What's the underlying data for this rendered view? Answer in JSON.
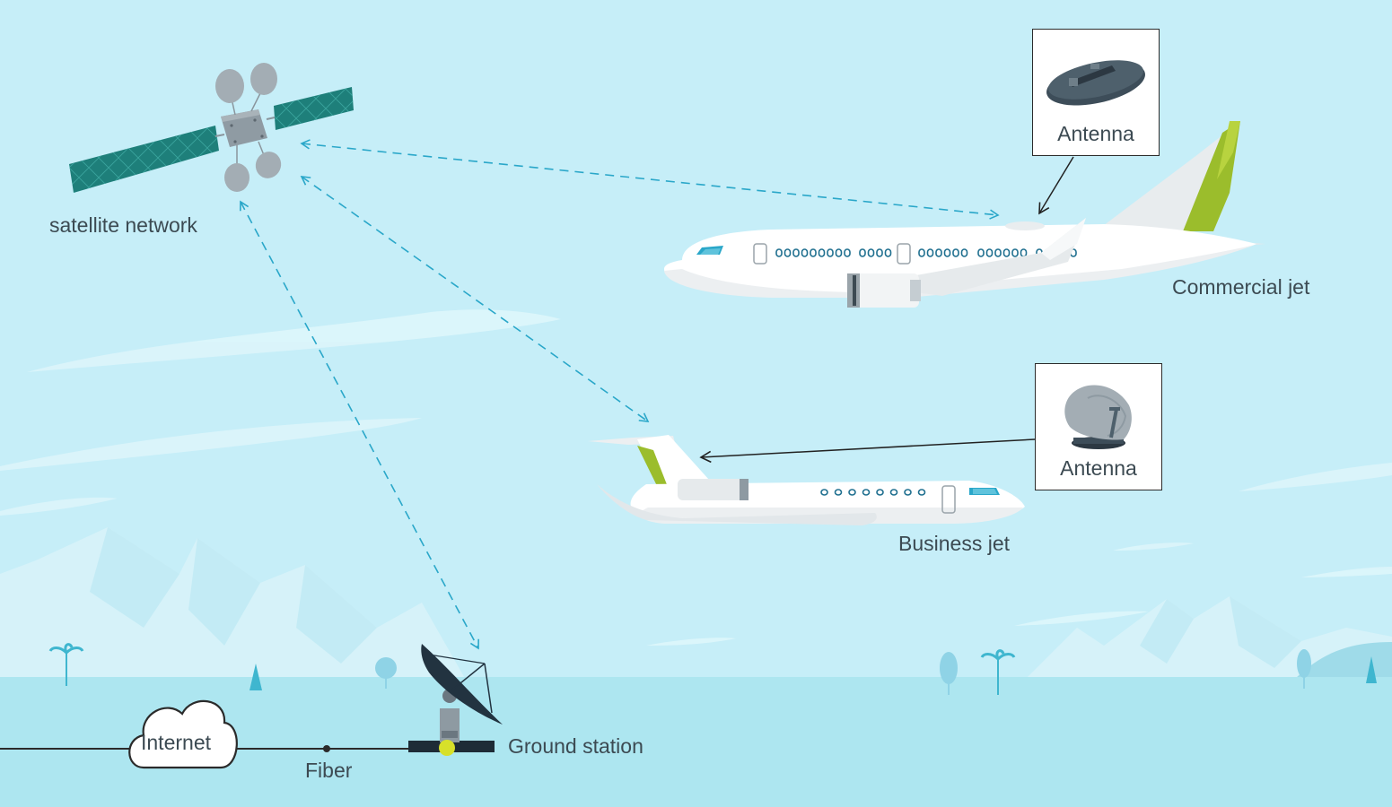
{
  "labels": {
    "satellite": "satellite network",
    "commercial_jet": "Commercial jet",
    "business_jet": "Business jet",
    "ground_station": "Ground station",
    "fiber": "Fiber",
    "internet": "Internet",
    "antenna_commercial": "Antenna",
    "antenna_business": "Antenna"
  },
  "colors": {
    "sky": "#c6eef8",
    "ground": "#ade6f0",
    "mountain": "#d8f3fa",
    "solar_panel": "#1e7f7a",
    "tail_accent": "#9bbd2c",
    "signal_dash": "#2aa7c9",
    "station_dot": "#d7e02a"
  },
  "links": [
    {
      "from": "satellite network",
      "to": "Commercial jet"
    },
    {
      "from": "satellite network",
      "to": "Business jet"
    },
    {
      "from": "satellite network",
      "to": "Ground station"
    }
  ]
}
